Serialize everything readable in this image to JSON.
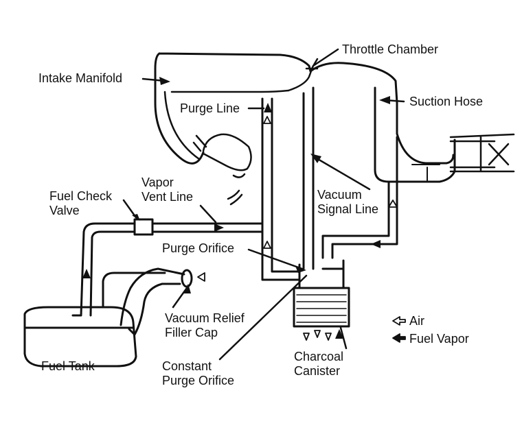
{
  "labels": {
    "throttle_chamber": "Throttle Chamber",
    "intake_manifold": "Intake Manifold",
    "suction_hose": "Suction Hose",
    "purge_line": "Purge Line",
    "vapor_vent_line": [
      "Vapor",
      "Vent Line"
    ],
    "fuel_check_valve": [
      "Fuel Check",
      "Valve"
    ],
    "vacuum_signal_line": [
      "Vacuum",
      "Signal Line"
    ],
    "purge_orifice": "Purge Orifice",
    "vacuum_relief_filler_cap": [
      "Vacuum Relief",
      "Filler Cap"
    ],
    "fuel_tank": "Fuel Tank",
    "constant_purge_orifice": [
      "Constant",
      "Purge Orifice"
    ],
    "charcoal_canister": [
      "Charcoal",
      "Canister"
    ]
  },
  "legend": [
    {
      "symbol": "hollow-arrow",
      "text": "Air"
    },
    {
      "symbol": "solid-arrow",
      "text": "Fuel Vapor"
    }
  ],
  "colors": {
    "ink": "#111111",
    "background": "#ffffff"
  }
}
